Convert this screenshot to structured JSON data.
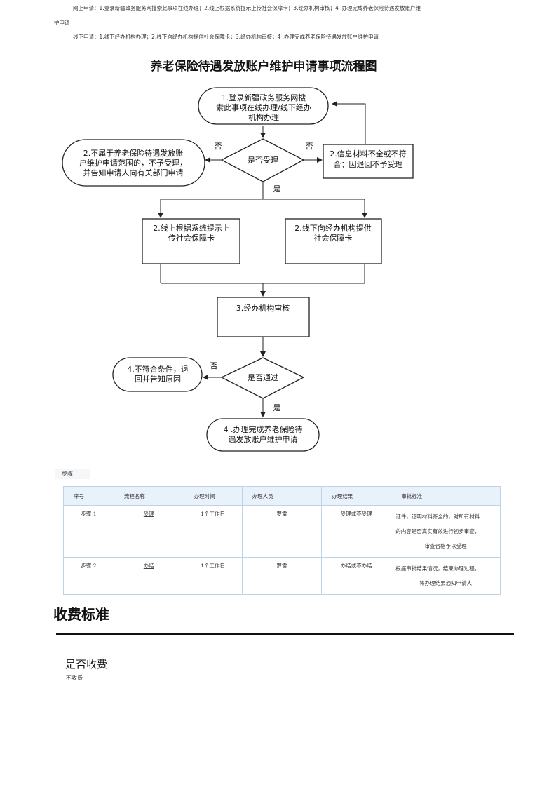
{
  "intro": {
    "online_line1": "网上申请：1.登录新疆政务服务网搜索此事项在线办理；2.线上根据系统提示上传社会保障卡；3.经办机构审核；4 .办理完成养老保险待遇发放账户维",
    "online_line2": "护申请",
    "offline": "线下申请：1.线下经办机构办理；2.线下向经办机构提供社会保障卡；3.经办机构审核；4 .办理完成养老保险待遇发放账户维护申请"
  },
  "flowchart": {
    "title": "养老保险待遇发放账户维护申请事项流程图",
    "start": [
      "1.登录新疆政务服务网搜",
      "索此事项在线办理/线下经办",
      "机构办理"
    ],
    "reject_scope": [
      "2.不属于养老保险待遇发放账",
      "户维护申请范围的，不予受理，",
      "并告知申请人向有关部门申请"
    ],
    "decision_accept": "是否受理",
    "incomplete": [
      "2.信息材料不全或不符",
      "合；因退回不予受理"
    ],
    "online_upload": [
      "2.线上根据系统提示上",
      "传社会保障卡"
    ],
    "offline_provide": [
      "2.线下向经办机构提供",
      "社会保障卡"
    ],
    "review": "3.经办机构审核",
    "decision_pass": "是否通过",
    "fail_return": [
      "4.不符合条件，退",
      "回并告知原因"
    ],
    "finish": [
      "4 .办理完成养老保险待",
      "遇发放账户维护申请"
    ],
    "label_no": "否",
    "label_yes": "是"
  },
  "steps": {
    "label": "步骤",
    "headers": [
      "序号",
      "流程名称",
      "办理时间",
      "办理人员",
      "办理结果",
      "审批标准"
    ],
    "rows": [
      {
        "seq": "步骤 1",
        "name": "受理",
        "time": "1个工作日",
        "person": "罗雷",
        "result": "受理或不受理",
        "standard": [
          "证件，证明材料齐全的，对所有材料",
          "的内容是否真实有效进行初步审查，",
          "审查合格予以受理"
        ]
      },
      {
        "seq": "步骤 2",
        "name": "办结",
        "time": "1个工作日",
        "person": "罗雷",
        "result": "办结或不办结",
        "standard": [
          "根据审批结果情况，结束办理过程，",
          "将办理结果通知申请人"
        ]
      }
    ]
  },
  "fee": {
    "title": "收费标准",
    "question": "是否收费",
    "answer": "不收费"
  }
}
